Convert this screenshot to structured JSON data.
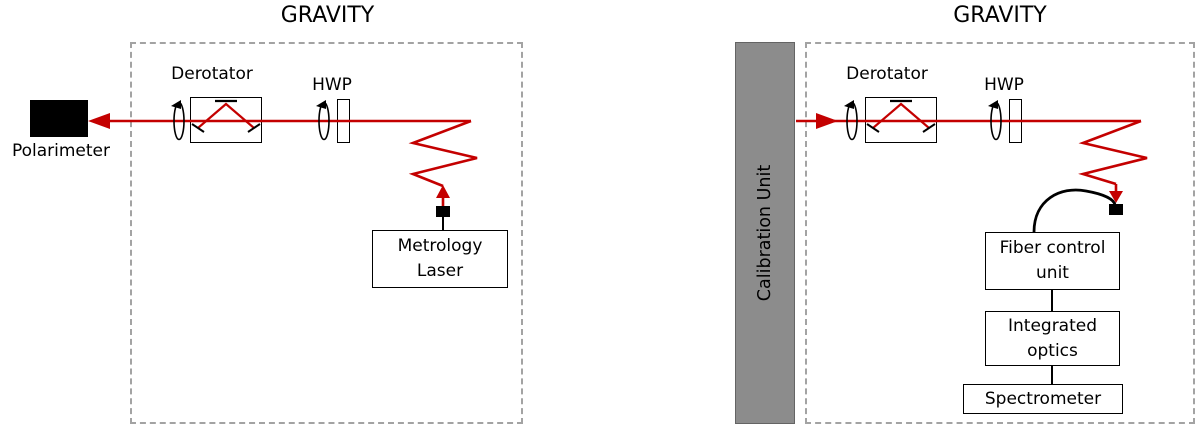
{
  "left_panel": {
    "title": "GRAVITY",
    "polarimeter": "Polarimeter",
    "derotator": "Derotator",
    "hwp": "HWP",
    "laser_line1": "Metrology",
    "laser_line2": "Laser"
  },
  "right_panel": {
    "title": "GRAVITY",
    "calibration_unit": "Calibration Unit",
    "derotator": "Derotator",
    "hwp": "HWP",
    "fiber_line1": "Fiber control",
    "fiber_line2": "unit",
    "optics_line1": "Integrated",
    "optics_line2": "optics",
    "spectrometer": "Spectrometer"
  },
  "colors": {
    "beam_red": "#c40000",
    "calibration_gray": "#8c8c8c",
    "dashed_border": "#a3a3a3"
  }
}
